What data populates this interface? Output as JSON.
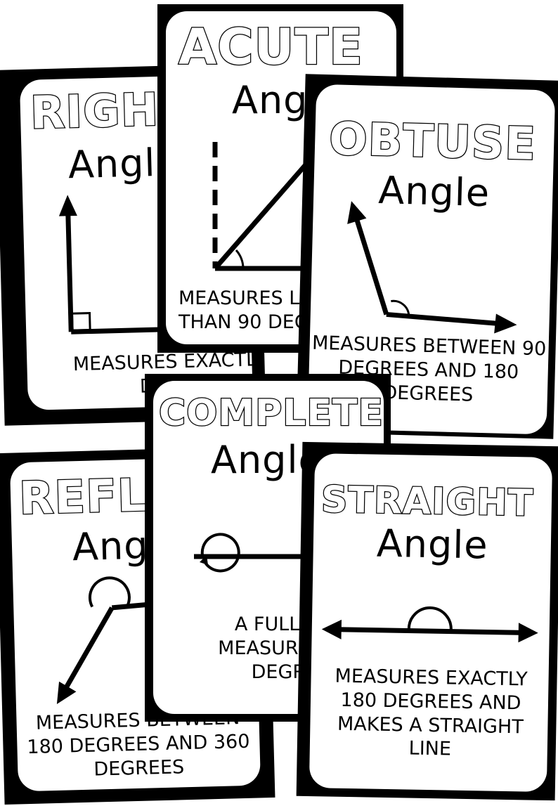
{
  "cards": {
    "right": {
      "title": "RIGHT",
      "subtitle": "Angle",
      "description": "MEASURES EXACTLY 90 DEGREES"
    },
    "acute": {
      "title": "ACUTE",
      "subtitle": "Angle",
      "description": "MEASURES LESS THAN 90 DEGREES"
    },
    "obtuse": {
      "title": "OBTUSE",
      "subtitle": "Angle",
      "description": "MEASURES BETWEEN 90 DEGREES AND 180 DEGREES"
    },
    "reflex": {
      "title": "REFLEX",
      "subtitle": "Angle",
      "description": "MEASURES BETWEEN 180 DEGREES AND 360 DEGREES"
    },
    "complete": {
      "title": "COMPLETE",
      "subtitle": "Angle",
      "description": "A FULL TURN MEASURING 360 DEGREES"
    },
    "straight": {
      "title": "STRAIGHT",
      "subtitle": "Angle",
      "description": "MEASURES EXACTLY 180 DEGREES AND MAKES A STRAIGHT LINE"
    }
  },
  "colors": {
    "card_border": "#000000",
    "card_face": "#ffffff",
    "ink": "#000000"
  }
}
